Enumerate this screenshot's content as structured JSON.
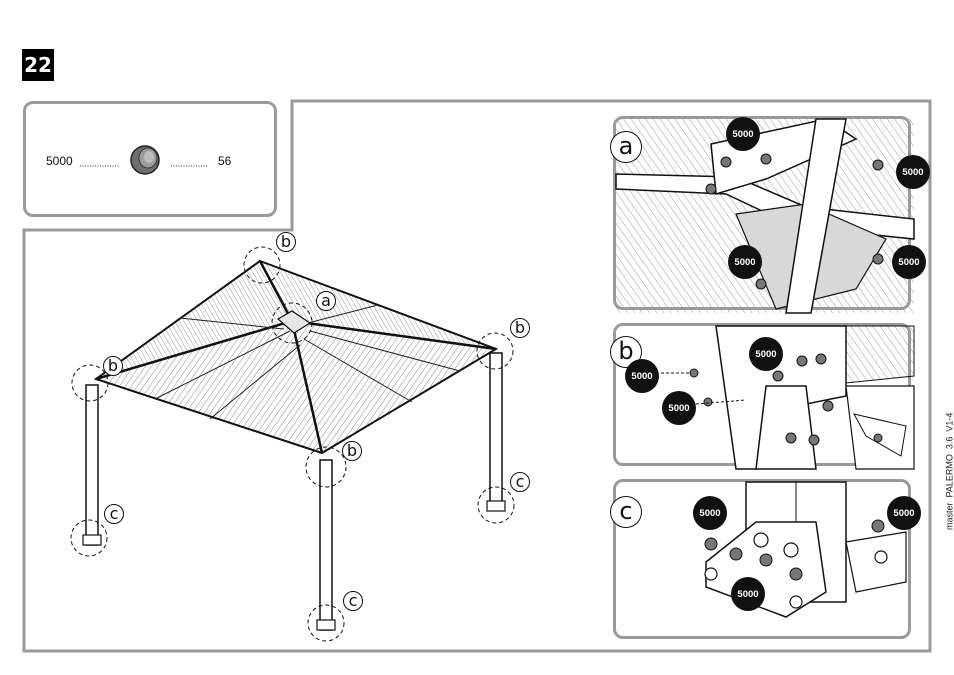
{
  "step": {
    "number": "22"
  },
  "parts": {
    "part_number": "5000",
    "quantity": "56"
  },
  "callouts": {
    "a": "a",
    "b": "b",
    "c": "c"
  },
  "detail_panels": [
    {
      "letter": "a",
      "badges": [
        "5000",
        "5000",
        "5000",
        "5000"
      ]
    },
    {
      "letter": "b",
      "badges": [
        "5000",
        "5000",
        "5000"
      ]
    },
    {
      "letter": "c",
      "badges": [
        "5000",
        "5000",
        "5000"
      ]
    }
  ],
  "document_code": "master_PALERMO_3.6_V1-4",
  "colors": {
    "frame": "#9a9a9a",
    "badge": "#111111",
    "polycarbonate_hatch": "#8a8a8a"
  },
  "icons": {
    "part": "end-cap-icon"
  }
}
